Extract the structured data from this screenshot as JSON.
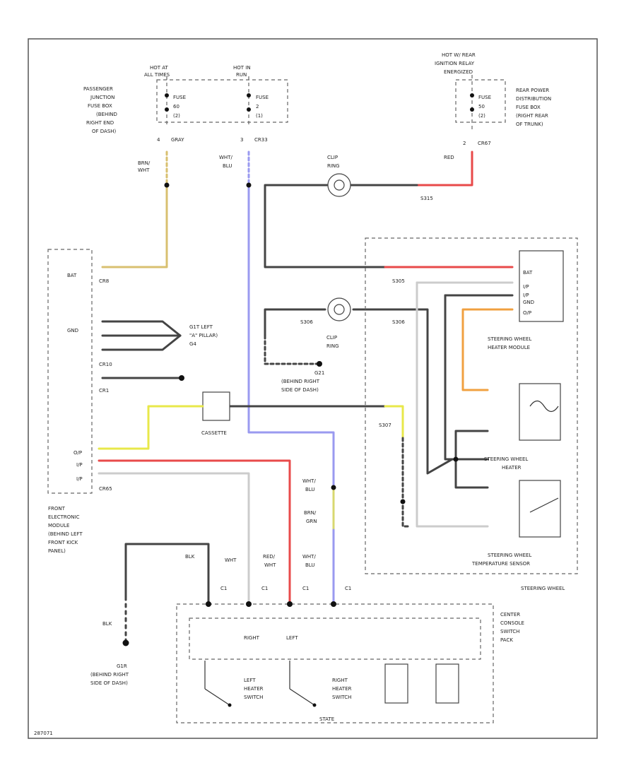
{
  "colors": {
    "black_wire": "#444444",
    "red_wire": "#e84a4a",
    "blue_wire": "#9a9af0",
    "yellow_wire": "#e8e84a",
    "tan_wire": "#d8c070",
    "orange_wire": "#f0a040",
    "gray_wire": "#cccccc"
  },
  "fuse_left": {
    "hot_label_1": "HOT AT",
    "hot_label_2": "ALL TIMES",
    "fuse": "FUSE",
    "amp": "60",
    "ref": "(2)",
    "conn": "4",
    "wire": "GRAY"
  },
  "fuse_mid": {
    "hot_label_1": "HOT IN",
    "hot_label_2": "RUN",
    "fuse": "FUSE",
    "amp": "2",
    "ref": "(1)",
    "conn": "3",
    "wire": "CR33"
  },
  "passenger_box": [
    "PASSENGER",
    "JUNCTION",
    "FUSE BOX",
    "(BEHIND",
    "RIGHT END",
    "OF DASH)"
  ],
  "fuse_right": {
    "hot_label_1": "HOT W/ REAR",
    "hot_label_2": "IGNITION RELAY",
    "hot_label_3": "ENERGIZED",
    "fuse": "FUSE",
    "amp": "50",
    "ref": "(2)",
    "conn": "2",
    "wire": "CR67"
  },
  "rear_box": [
    "REAR POWER",
    "DISTRIBUTION",
    "FUSE BOX",
    "(RIGHT REAR",
    "OF TRUNK)"
  ],
  "wire_labels": {
    "brn_wht": [
      "BRN/",
      "WHT"
    ],
    "wht_blu": [
      "WHT/",
      "BLU"
    ],
    "red": "RED",
    "s315": "S315",
    "clip_ring_top": [
      "CLIP",
      "RING"
    ],
    "s305": "S305",
    "s306": "S306",
    "clip_ring_mid": [
      "CLIP",
      "RING"
    ],
    "ground_g": [
      "G21",
      "(BEHIND RIGHT",
      "SIDE OF DASH)"
    ],
    "cassette": "CASSETTE",
    "s307": "S307",
    "wht_blu2": [
      "WHT/",
      "BLU"
    ],
    "brn_grn": [
      "BRN/",
      "GRN"
    ],
    "blk": "BLK",
    "blk2": "BLK",
    "wht": "WHT",
    "red_wht": [
      "RED/",
      "WHT"
    ],
    "wht_blu3": [
      "WHT/",
      "BLU"
    ]
  },
  "front_module": {
    "pins": [
      "BAT",
      "CR8",
      "GND",
      "CR10",
      "CR1",
      "O/P",
      "I/P",
      "I/P",
      "CR65"
    ],
    "label": [
      "FRONT",
      "ELECTRONIC",
      "MODULE",
      "(BEHIND LEFT",
      "FRONT KICK",
      "PANEL)"
    ],
    "ground": [
      "G1T LEFT",
      "\"A\" PILLAR)",
      "G4"
    ]
  },
  "steering_module": {
    "pins": [
      "BAT",
      "I/P",
      "I/P",
      "GND",
      "O/P"
    ],
    "label": [
      "STEERING WHEEL",
      "HEATER MODULE"
    ]
  },
  "steering_heater": [
    "STEERING WHEEL",
    "HEATER"
  ],
  "temp_sensor": [
    "STEERING WHEEL",
    "TEMPERATURE SENSOR"
  ],
  "steering_wheel": "STEERING WHEEL",
  "switch_pack": {
    "label": [
      "CENTER",
      "CONSOLE",
      "SWITCH",
      "PACK"
    ],
    "pins": [
      "C1",
      "C1",
      "C1",
      "C1"
    ],
    "right": "RIGHT",
    "left": "LEFT",
    "left_switch": [
      "LEFT",
      "HEATER",
      "SWITCH"
    ],
    "right_switch": [
      "RIGHT",
      "HEATER",
      "SWITCH"
    ],
    "state": "STATE",
    "ground": [
      "G1R",
      "(BEHIND RIGHT",
      "SIDE OF DASH)"
    ]
  },
  "footer_code": "287071"
}
